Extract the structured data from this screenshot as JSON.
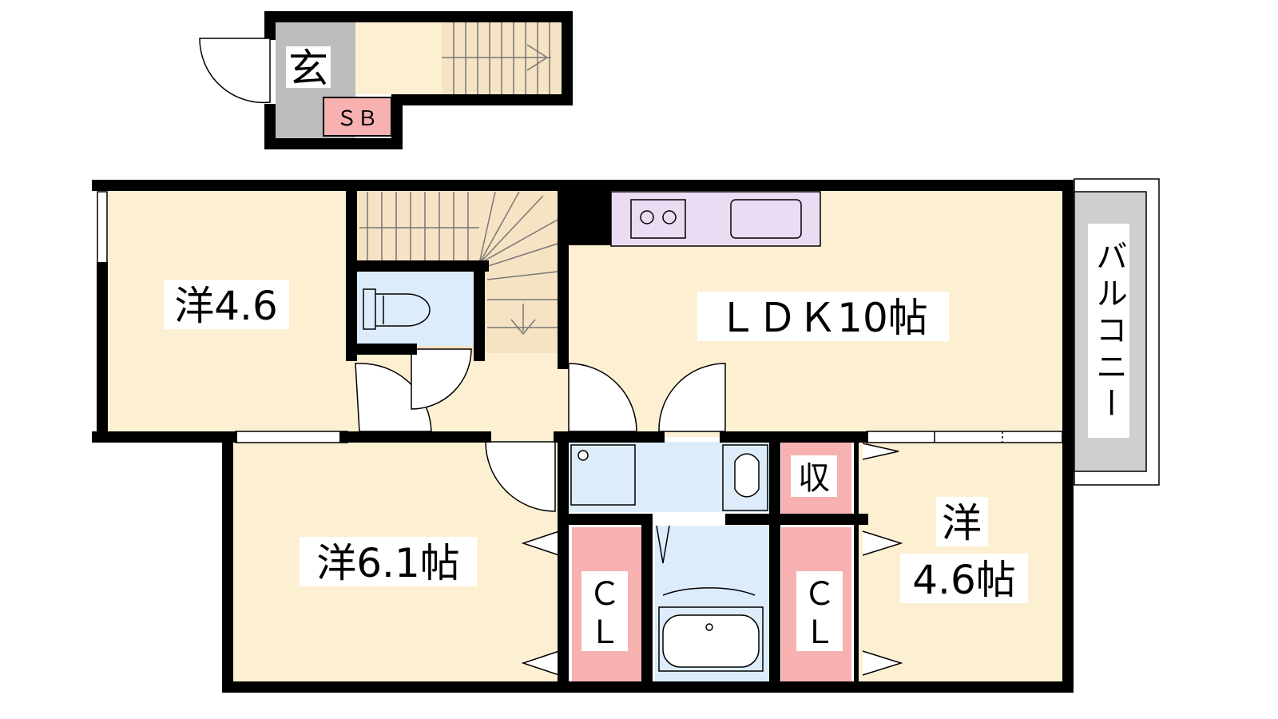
{
  "rooms": {
    "genkan": "玄",
    "shoe_box": "ＳＢ",
    "west_room_a": "洋4.6",
    "ldk": "ＬＤＫ10帖",
    "west_room_b": "洋6.1帖",
    "west_room_c_line1": "洋",
    "west_room_c_line2": "4.6帖",
    "storage": "収",
    "closet_left_c": "Ｃ",
    "closet_left_l": "Ｌ",
    "closet_right_c": "Ｃ",
    "closet_right_l": "Ｌ",
    "balcony": "バルコニー"
  },
  "colors": {
    "room_fill": "#fdf0d2",
    "hall_fill": "#bdbdbd",
    "wet_fill": "#dcecfb",
    "kitchen_fill": "#eadcf2",
    "closet_fill": "#f7b1b1",
    "balcony_fill": "#cfcfcf",
    "stair_fill": "#f6e3c3",
    "wall": "#000000"
  }
}
